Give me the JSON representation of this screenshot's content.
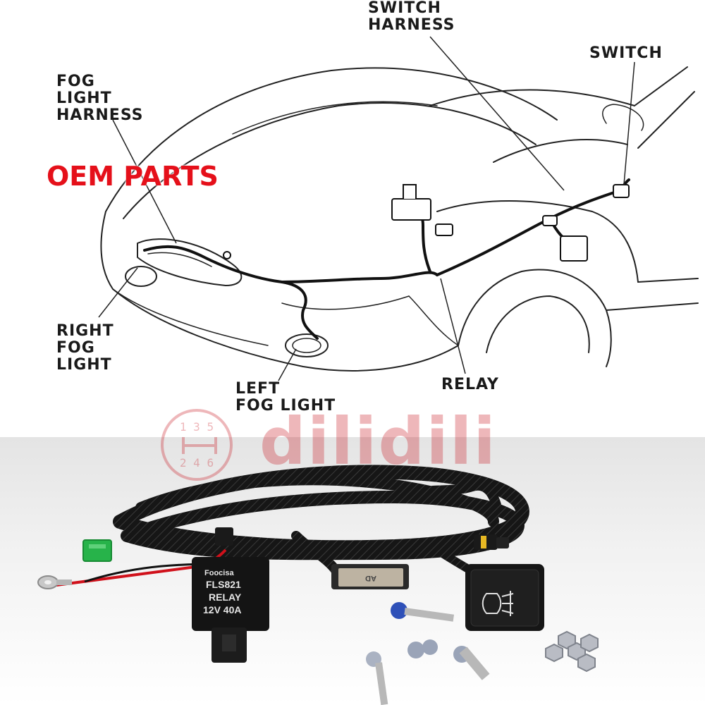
{
  "diagram": {
    "labels": {
      "switch_harness": [
        "SWITCH",
        "HARNESS"
      ],
      "switch": "SWITCH",
      "fog_light_harness": [
        "FOG",
        "LIGHT",
        "HARNESS"
      ],
      "right_fog_light": [
        "RIGHT",
        "FOG",
        "LIGHT"
      ],
      "left_fog_light": [
        "LEFT",
        "FOG LIGHT"
      ],
      "relay": "RELAY"
    },
    "overlay_title": "OEM PARTS"
  },
  "watermark": {
    "text": "dilidili",
    "logo_top": "1 3 5",
    "logo_bottom": "2 4 6"
  },
  "product": {
    "relay_brand": "Foocisa",
    "relay_model": "FLS821",
    "relay_type": "RELAY",
    "relay_rating": "12V 40A",
    "connector_mark": "AD"
  },
  "colors": {
    "oem_red": "#e5101a",
    "watermark_red": "#c9151f",
    "wire_black": "#141414",
    "wire_red": "#d0111b",
    "fuse_green": "#27b34a"
  }
}
